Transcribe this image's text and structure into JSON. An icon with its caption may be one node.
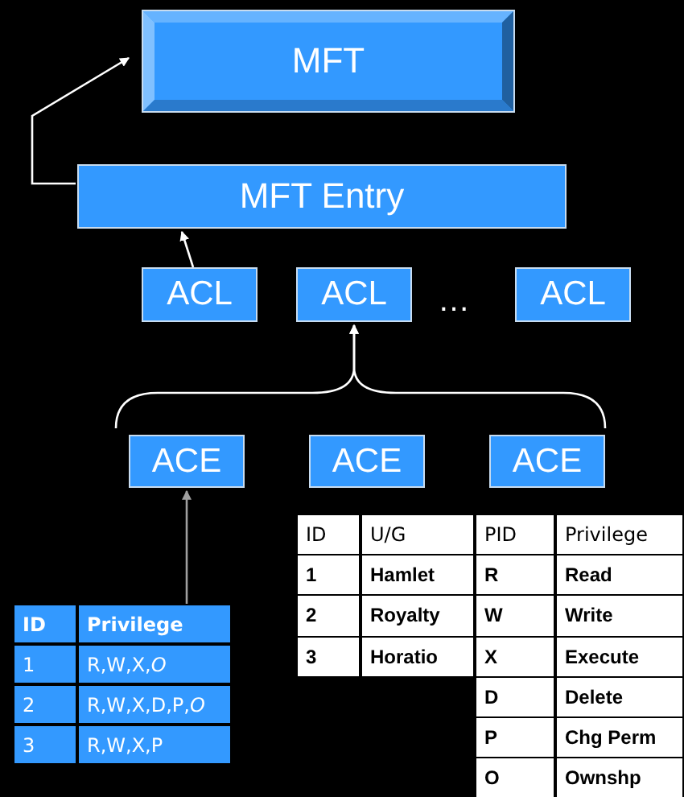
{
  "diagram": {
    "nodes": [
      {
        "text": [
          "MFT"
        ]
      },
      {
        "text": [
          "MFT Entry"
        ]
      },
      {
        "text": [
          "ACL"
        ]
      },
      {
        "text": [
          "ACL"
        ]
      },
      {
        "text": [
          "ACL"
        ]
      },
      {
        "text": [
          "ACE"
        ]
      },
      {
        "text": [
          "ACE"
        ]
      },
      {
        "text": [
          "ACE"
        ]
      },
      {
        "text": [
          "ID",
          "Privilege",
          "1",
          "R,W,X,*O*",
          "2",
          "R,W,X,D,P,*O*",
          "3",
          "R,W,X,P"
        ]
      }
    ],
    "edges": [
      {
        "from": 1,
        "to": 0,
        "arrow": "to"
      },
      {
        "from": 2,
        "to": 1,
        "arrow": "to"
      },
      {
        "from": 5,
        "to": 3,
        "arrow": "to"
      },
      {
        "from": 7,
        "to": 3,
        "arrow": "to"
      },
      {
        "from": 8,
        "to": 5,
        "arrow": "to",
        "color": "#a0a0a0"
      }
    ],
    "labels": [
      "…",
      "ID",
      "U/G",
      "PID",
      "Privilege",
      "1",
      "Hamlet",
      "R",
      "Read",
      "2",
      "Royalty",
      "W",
      "Write",
      "3",
      "Horatio",
      "X",
      "Execute",
      "D",
      "Delete",
      "P",
      "Chg Perm",
      "O",
      "Ownshp"
    ]
  }
}
